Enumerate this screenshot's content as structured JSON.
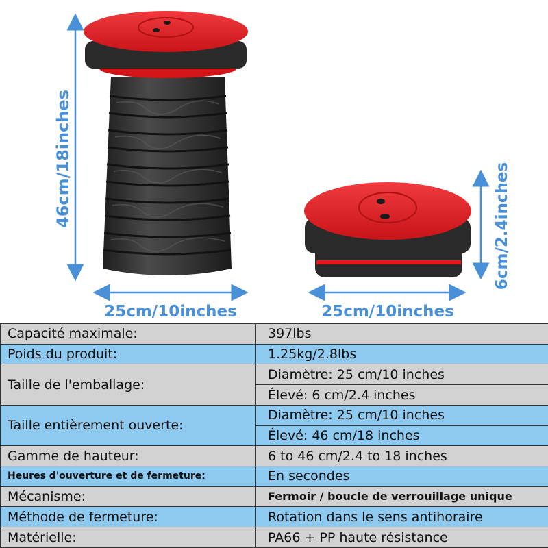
{
  "dimensions": {
    "open_height": "46cm/18inches",
    "open_width": "25cm/10inches",
    "closed_height": "6cm/2.4inches",
    "closed_width": "25cm/10inches"
  },
  "colors": {
    "seat_red": "#e8191e",
    "body_black": "#2b2b2b",
    "arrow_blue": "#4a90d9",
    "row_gray": "#d2d2d2",
    "row_blue": "#8ec9f0"
  },
  "specs": {
    "capacity_label": "Capacité maximale:",
    "capacity_value": "397lbs",
    "weight_label": "Poids du produit:",
    "weight_value": "1.25kg/2.8lbs",
    "package_label": "Taille de l'emballage:",
    "package_diameter": "Diamètre: 25 cm/10 inches",
    "package_height": "Élevé: 6 cm/2.4 inches",
    "open_label": "Taille entièrement ouverte:",
    "open_diameter": "Diamètre: 25 cm/10 inches",
    "open_height": "Élevé: 46 cm/18 inches",
    "range_label": "Gamme de hauteur:",
    "range_value": "6 to 46 cm/2.4 to 18 inches",
    "time_label": "Heures d'ouverture et de fermeture:",
    "time_value": "En secondes",
    "mechanism_label": "Mécanisme:",
    "mechanism_value": "Fermoir / boucle de verrouillage unique",
    "closing_label": "Méthode de fermeture:",
    "closing_value": "Rotation dans le sens antihoraire",
    "material_label": "Matérielle:",
    "material_value": "PA66 + PP haute résistance"
  }
}
